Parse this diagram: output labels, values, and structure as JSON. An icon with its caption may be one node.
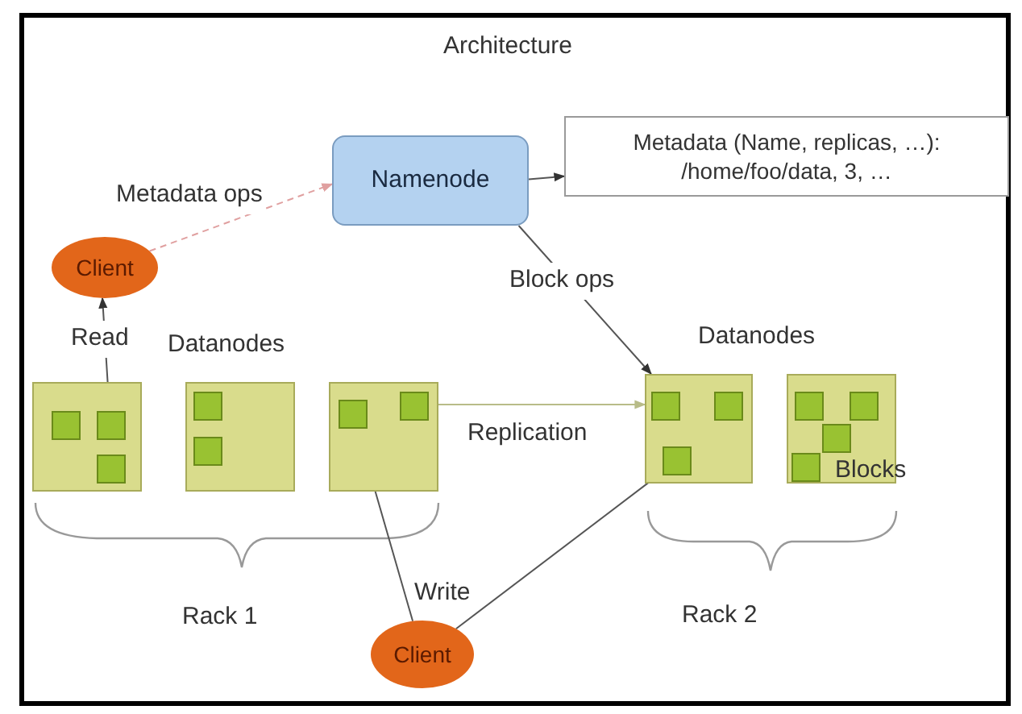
{
  "diagram": {
    "title": "Architecture",
    "nodes": [
      {
        "text": [
          "Namenode"
        ]
      },
      {
        "text": [
          "Metadata (Name, replicas, …): /home/foo/data, 3, …"
        ]
      },
      {
        "text": [
          "Client"
        ]
      },
      {
        "text": [],
        "shape": "box"
      },
      {
        "text": [],
        "shape": "box",
        "in": 3
      },
      {
        "text": [],
        "shape": "box",
        "in": 3
      },
      {
        "text": [],
        "shape": "box",
        "in": 3
      },
      {
        "text": [],
        "shape": "box"
      },
      {
        "text": [],
        "shape": "box",
        "in": 7
      },
      {
        "text": [],
        "shape": "box",
        "in": 7
      },
      {
        "text": [],
        "shape": "box"
      },
      {
        "text": [],
        "shape": "box",
        "in": 10
      },
      {
        "text": [],
        "shape": "box",
        "in": 10
      },
      {
        "text": [],
        "shape": "box"
      },
      {
        "text": [],
        "shape": "box",
        "in": 13
      },
      {
        "text": [],
        "shape": "box",
        "in": 13
      },
      {
        "text": [],
        "shape": "box",
        "in": 13
      },
      {
        "text": [],
        "shape": "box"
      },
      {
        "text": [],
        "shape": "box",
        "in": 17
      },
      {
        "text": [],
        "shape": "box",
        "in": 17
      },
      {
        "text": [],
        "shape": "box",
        "in": 17
      },
      {
        "text": [],
        "shape": "box",
        "in": 17
      },
      {
        "text": [
          "Client"
        ]
      }
    ],
    "edges": [
      {
        "from": 2,
        "to": 0,
        "arrow": "to",
        "label": "Metadata ops",
        "style": "dashed",
        "color": "#e0a0a0"
      },
      {
        "from": 0,
        "to": 1,
        "arrow": "to"
      },
      {
        "from": 0,
        "to": 13,
        "arrow": "to",
        "label": "Block ops"
      },
      {
        "from": 3,
        "to": 2,
        "arrow": "to",
        "label": "Read"
      },
      {
        "from": 22,
        "to": 11,
        "arrow": "to",
        "label": "Write"
      },
      {
        "from": 22,
        "to": 16,
        "arrow": "to"
      },
      {
        "from": 12,
        "to": 13,
        "arrow": "to",
        "label": "Replication",
        "color": "#b8bc88"
      }
    ],
    "labels": [
      "Datanodes",
      "Datanodes",
      "Blocks",
      "Rack 1",
      "Rack 2"
    ]
  }
}
